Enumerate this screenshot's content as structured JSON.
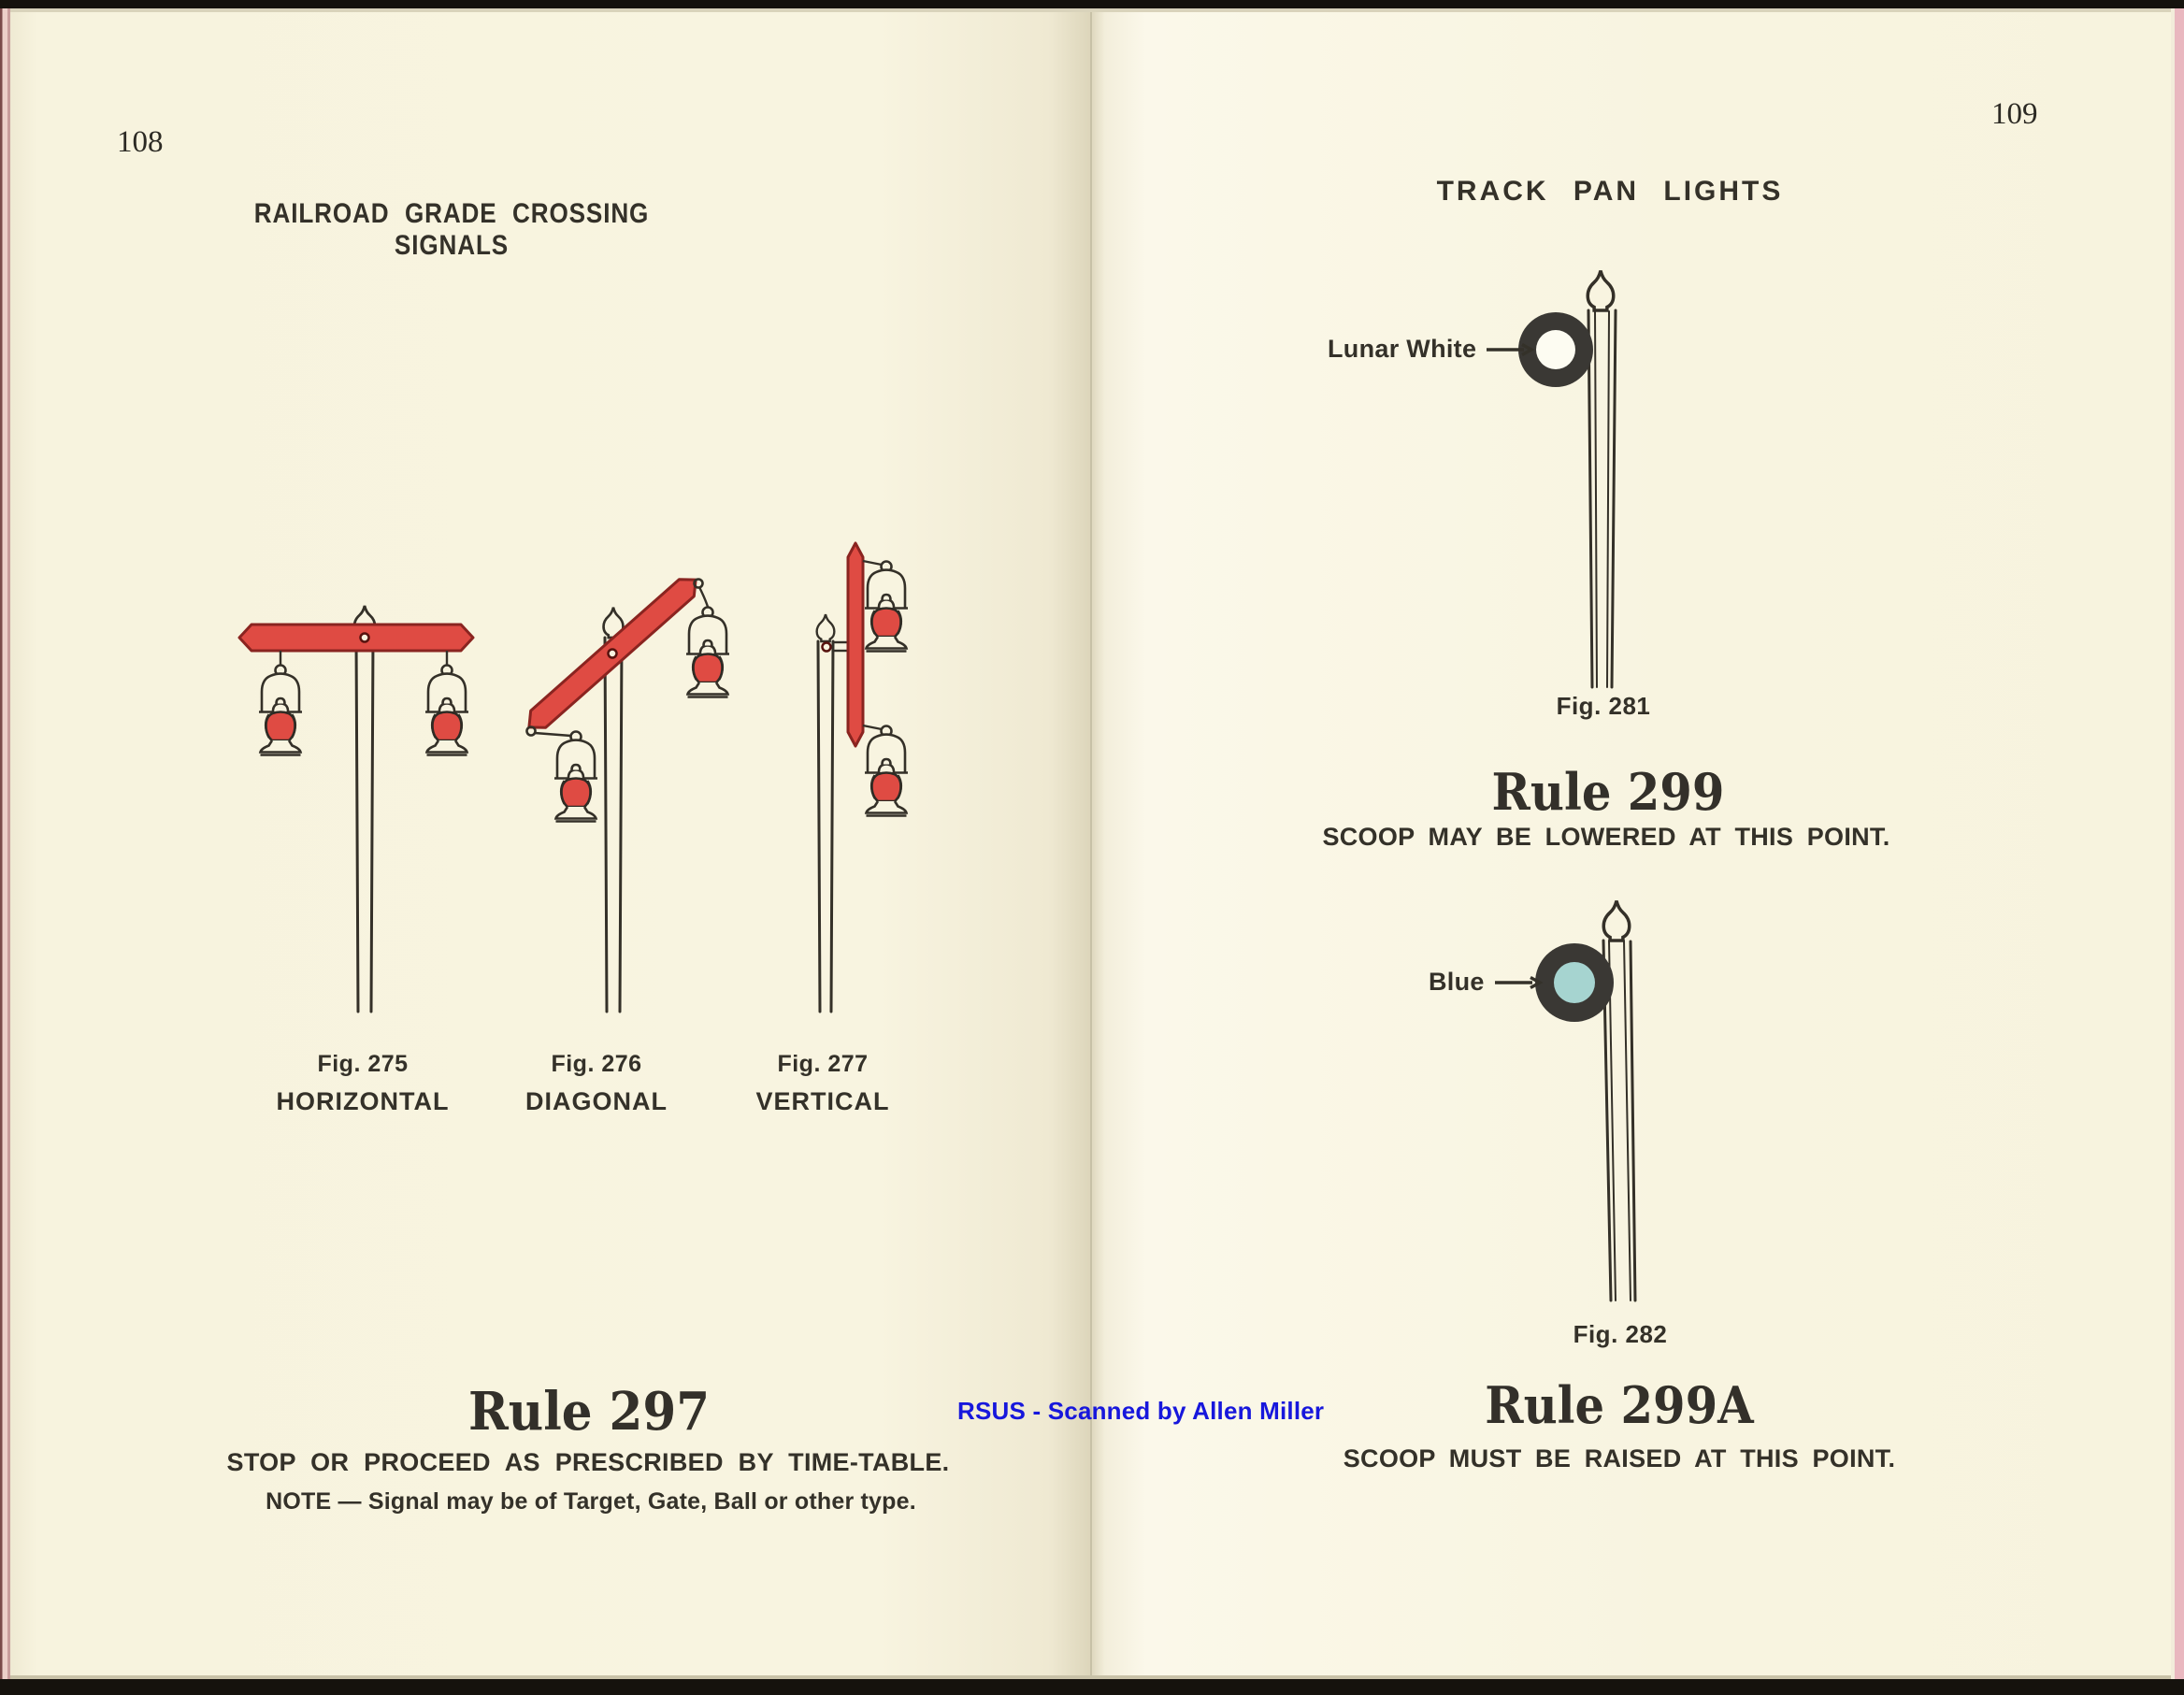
{
  "left_page": {
    "page_number": "108",
    "title": "RAILROAD GRADE CROSSING SIGNALS",
    "figures": [
      {
        "caption": "Fig. 275",
        "label": "HORIZONTAL"
      },
      {
        "caption": "Fig. 276",
        "label": "DIAGONAL"
      },
      {
        "caption": "Fig. 277",
        "label": "VERTICAL"
      }
    ],
    "rule_heading": "Rule 297",
    "rule_text": "STOP OR PROCEED AS PRESCRIBED BY TIME-TABLE.",
    "rule_note": "NOTE — Signal may be of Target, Gate, Ball or other type."
  },
  "right_page": {
    "page_number": "109",
    "title": "TRACK PAN LIGHTS",
    "sections": [
      {
        "light_label": "Lunar White",
        "caption": "Fig. 281",
        "rule_heading": "Rule 299",
        "rule_text": "SCOOP MAY BE LOWERED AT THIS POINT."
      },
      {
        "light_label": "Blue",
        "caption": "Fig. 282",
        "rule_heading": "Rule 299A",
        "rule_text": "SCOOP MUST BE RAISED AT THIS POINT."
      }
    ]
  },
  "scan_credit": "RSUS - Scanned by Allen Miller",
  "colors": {
    "signal_red": "#df4b43",
    "signal_red_outline": "#8a2420",
    "ring_black": "#3a3834",
    "lunar_white": "#fdfcf2",
    "blue_light": "#a6d4d0",
    "credit_blue": "#1717dc",
    "ink": "#343028",
    "paper": "#f8f4e0"
  }
}
